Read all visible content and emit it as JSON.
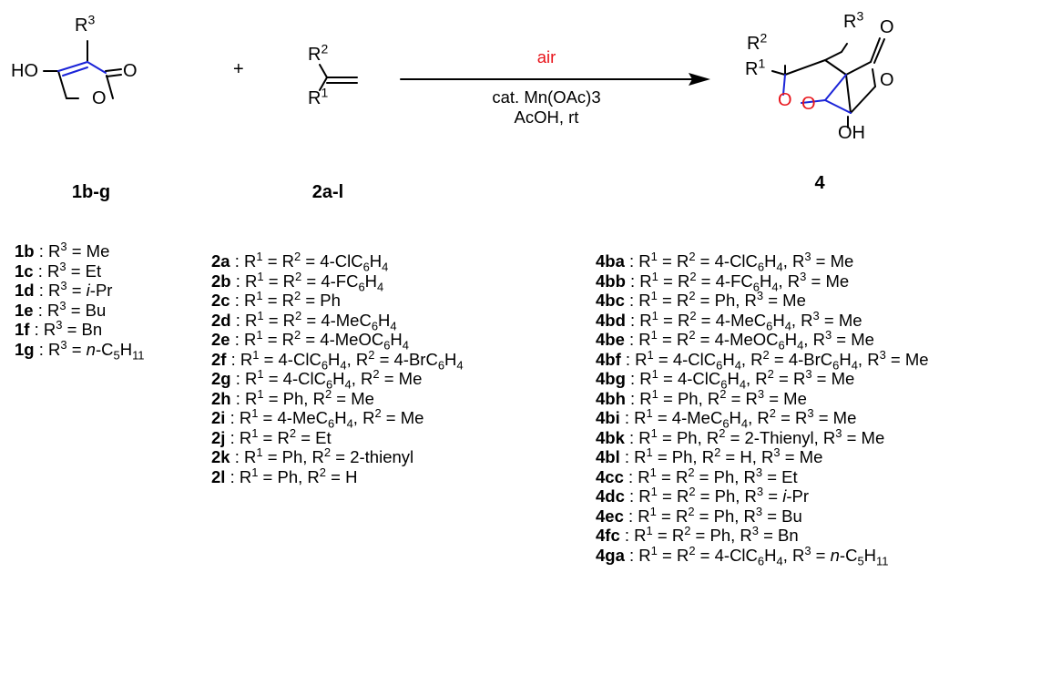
{
  "reactant1": {
    "compound": "1b-g",
    "atoms": {
      "substituent": "R3",
      "hydroxyl": "HO",
      "carbonyl_o": "O",
      "ring_o": "O"
    }
  },
  "plus": "+",
  "reactant2": {
    "compound": "2a-l",
    "atoms": {
      "r2": "R2",
      "r1": "R1"
    }
  },
  "conditions": {
    "above": "air",
    "below_line1": "cat. Mn(OAc)3",
    "below_line2": "AcOH, rt"
  },
  "product": {
    "compound": "4",
    "atoms": {
      "r3": "R3",
      "r2": "R2",
      "r1": "R1",
      "carbonyl_o": "O",
      "ring_o": "O",
      "peroxide_o1": "O",
      "peroxide_o2": "O",
      "hydroxyl": "OH"
    }
  },
  "colors": {
    "reagent_red": "#e8141b",
    "bond_blue": "#1b24d8",
    "peroxide_red": "#e8141b",
    "text": "#000000"
  },
  "list1": [
    {
      "id": "1b",
      "text": " : R3 = Me"
    },
    {
      "id": "1c",
      "text": " : R3 = Et"
    },
    {
      "id": "1d",
      "text": " : R3 = i-Pr"
    },
    {
      "id": "1e",
      "text": " : R3 = Bu"
    },
    {
      "id": "1f",
      "text": " : R3 = Bn"
    },
    {
      "id": "1g",
      "text": " : R3 = n-C5H11"
    }
  ],
  "list2": [
    {
      "id": "2a",
      "text": " : R1 = R2 = 4-ClC6H4"
    },
    {
      "id": "2b",
      "text": " : R1 = R2 = 4-FC6H4"
    },
    {
      "id": "2c",
      "text": " : R1 = R2 = Ph"
    },
    {
      "id": "2d",
      "text": " : R1 = R2 = 4-MeC6H4"
    },
    {
      "id": "2e",
      "text": " : R1 = R2 = 4-MeOC6H4"
    },
    {
      "id": "2f",
      "text": " : R1 = 4-ClC6H4, R2 = 4-BrC6H4"
    },
    {
      "id": "2g",
      "text": " : R1 = 4-ClC6H4, R2 = Me"
    },
    {
      "id": "2h",
      "text": " : R1 = Ph, R2 = Me"
    },
    {
      "id": "2i",
      "text": " : R1 = 4-MeC6H4, R2 = Me"
    },
    {
      "id": "2j",
      "text": " : R1 = R2 = Et"
    },
    {
      "id": "2k",
      "text": " : R1 = Ph, R2 = 2-thienyl"
    },
    {
      "id": "2l",
      "text": " : R1 = Ph, R2 = H"
    }
  ],
  "list3": [
    {
      "id": "4ba",
      "text": " : R1 = R2 = 4-ClC6H4, R3 = Me"
    },
    {
      "id": "4bb",
      "text": " : R1 = R2 = 4-FC6H4, R3 = Me"
    },
    {
      "id": "4bc",
      "text": " : R1 = R2 = Ph, R3 = Me"
    },
    {
      "id": "4bd",
      "text": " : R1 = R2 = 4-MeC6H4, R3 = Me"
    },
    {
      "id": "4be",
      "text": " : R1 = R2 = 4-MeOC6H4, R3 = Me"
    },
    {
      "id": "4bf",
      "text": " : R1 = 4-ClC6H4, R2 = 4-BrC6H4, R3 = Me"
    },
    {
      "id": "4bg",
      "text": " : R1 = 4-ClC6H4, R2 = R3 = Me"
    },
    {
      "id": "4bh",
      "text": " : R1 = Ph, R2 = R3 = Me"
    },
    {
      "id": "4bi",
      "text": " : R1 = 4-MeC6H4, R2 = R3 = Me"
    },
    {
      "id": "4bk",
      "text": " : R1 = Ph, R2 = 2-Thienyl, R3 = Me"
    },
    {
      "id": "4bl",
      "text": " : R1 = Ph, R2 = H, R3 = Me"
    },
    {
      "id": "4cc",
      "text": " : R1 = R2 = Ph, R3 = Et"
    },
    {
      "id": "4dc",
      "text": " : R1 = R2 = Ph, R3 = i-Pr"
    },
    {
      "id": "4ec",
      "text": " : R1 = R2 = Ph, R3 = Bu"
    },
    {
      "id": "4fc",
      "text": " : R1 = R2 = Ph, R3 = Bn"
    },
    {
      "id": "4ga",
      "text": " : R1 = R2 = 4-ClC6H4, R3 = n-C5H11"
    }
  ]
}
